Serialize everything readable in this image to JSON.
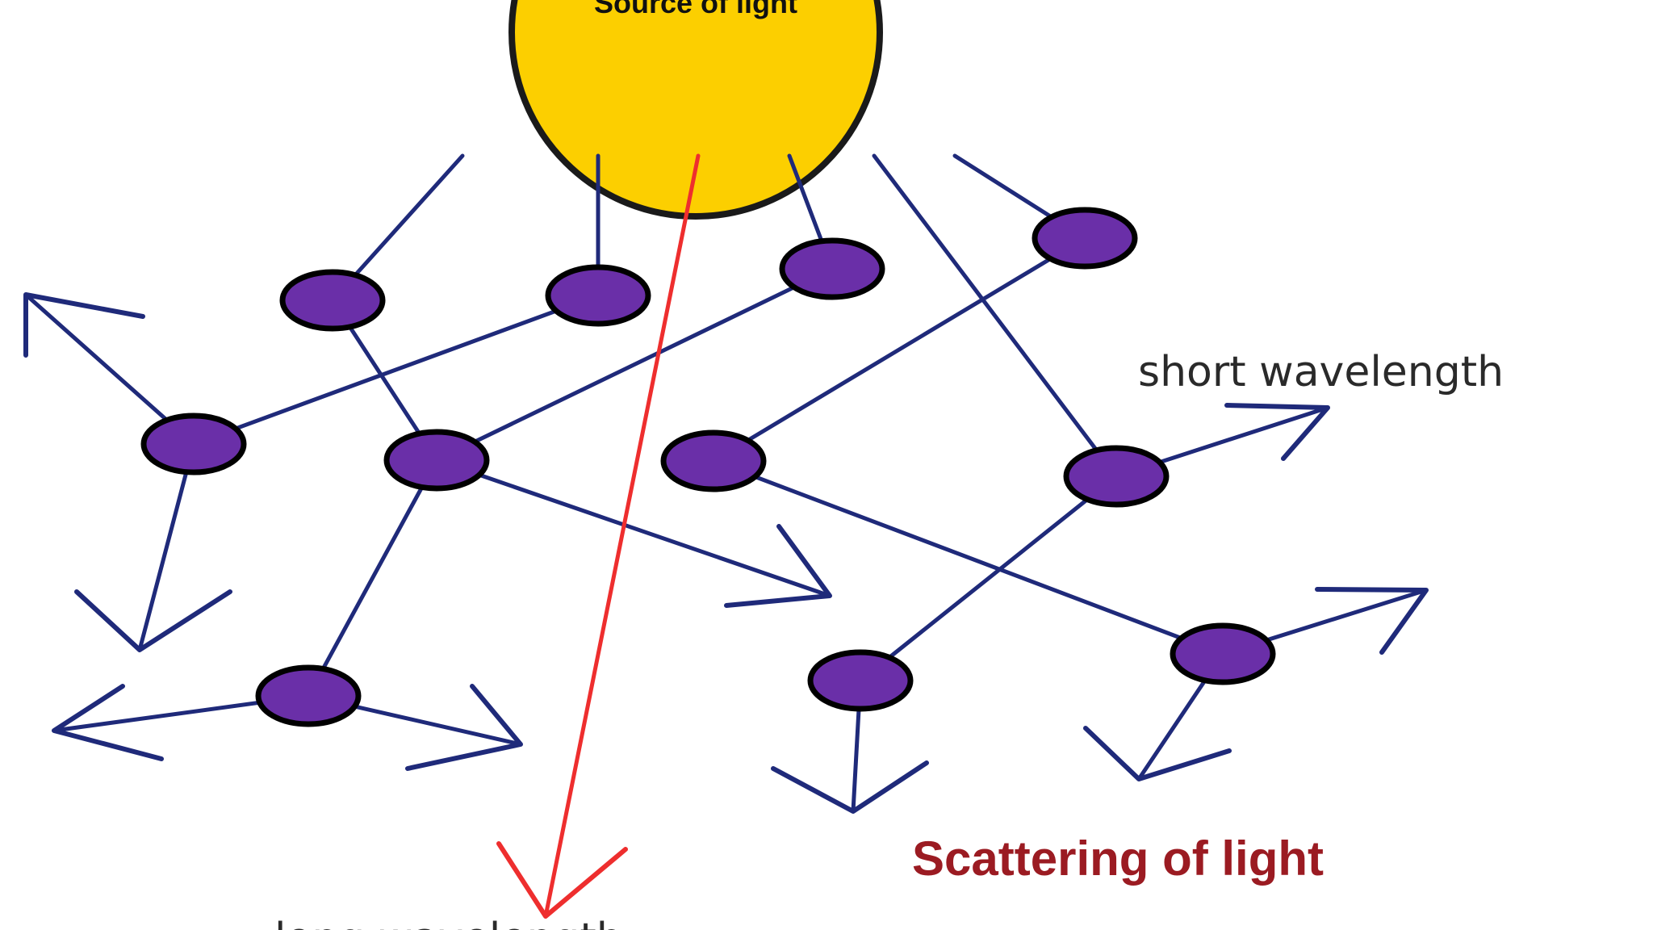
{
  "diagram": {
    "source_label": "Source of light",
    "short_wavelength_label": "short wavelength",
    "long_wavelength_label": "long wavelength",
    "title": "Scattering of light"
  },
  "colors": {
    "sun_fill": "#FCCF00",
    "sun_stroke": "#1a1a1a",
    "molecule_fill": "#6A2FA8",
    "scatter_ray": "#1F2A7A",
    "direct_ray": "#EE2E2E",
    "title": "#9B1B22"
  }
}
